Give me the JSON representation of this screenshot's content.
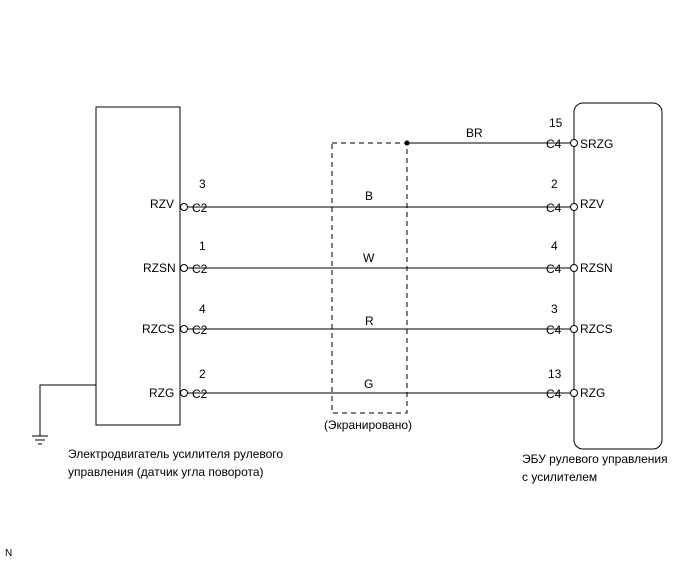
{
  "left_component": {
    "label_line1": "Электродвигатель усилителя рулевого",
    "label_line2": "управления (датчик угла поворота)"
  },
  "right_component": {
    "label_line1": "ЭБУ рулевого управления",
    "label_line2": "с усилителем"
  },
  "shield_label": "(Экранировано)",
  "footer_mark": "N",
  "shield_wire": {
    "color": "BR",
    "pin": "15",
    "connector": "C4",
    "terminal": "SRZG"
  },
  "wires": [
    {
      "left_terminal": "RZV",
      "left_pin": "3",
      "left_connector": "C2",
      "color": "B",
      "right_pin": "2",
      "right_connector": "C4",
      "right_terminal": "RZV"
    },
    {
      "left_terminal": "RZSN",
      "left_pin": "1",
      "left_connector": "C2",
      "color": "W",
      "right_pin": "4",
      "right_connector": "C4",
      "right_terminal": "RZSN"
    },
    {
      "left_terminal": "RZCS",
      "left_pin": "4",
      "left_connector": "C2",
      "color": "R",
      "right_pin": "3",
      "right_connector": "C4",
      "right_terminal": "RZCS"
    },
    {
      "left_terminal": "RZG",
      "left_pin": "2",
      "left_connector": "C2",
      "color": "G",
      "right_pin": "13",
      "right_connector": "C4",
      "right_terminal": "RZG"
    }
  ]
}
